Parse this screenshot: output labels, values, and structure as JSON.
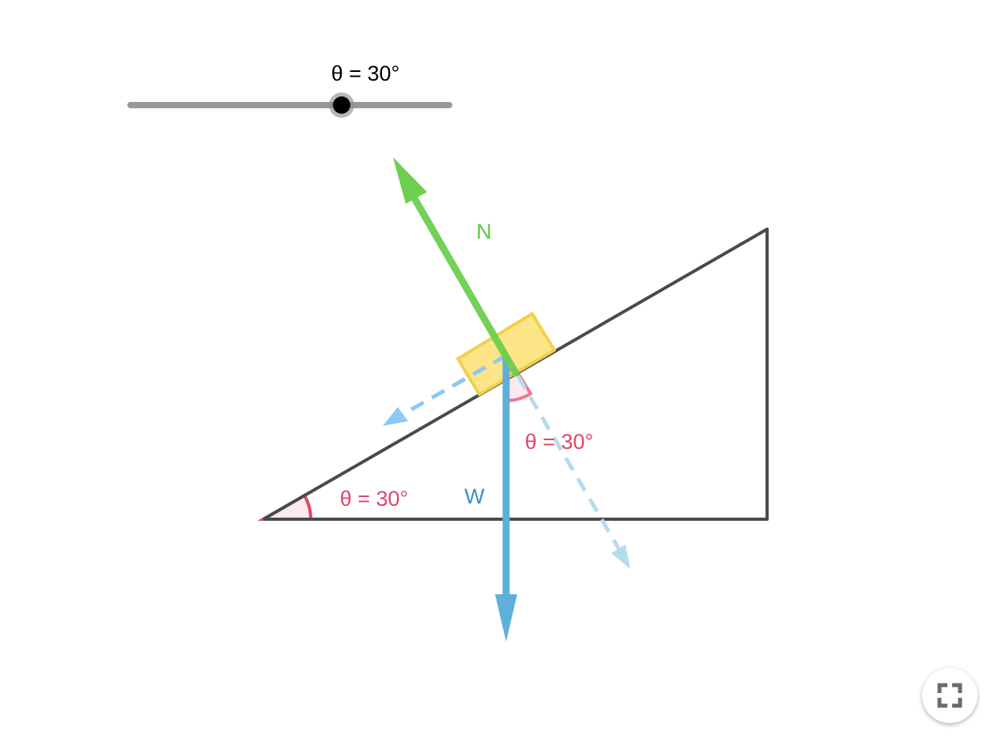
{
  "slider": {
    "label": "θ = 30°",
    "value_deg": 30,
    "min_deg": 0,
    "max_deg": 90
  },
  "labels": {
    "normal_force": "N",
    "weight": "W",
    "angle_incline": "θ = 30°",
    "angle_weight": "θ = 30°"
  },
  "colors": {
    "normal": "#6dcf4f",
    "weight": "#5fb0d8",
    "component_parallel": "#8ec8f4",
    "component_perp": "#b5dcec",
    "angle": "#e0466a",
    "block": "#fbe27a",
    "incline": "#4a4a4a"
  },
  "fullscreen_icon": "fullscreen-icon"
}
